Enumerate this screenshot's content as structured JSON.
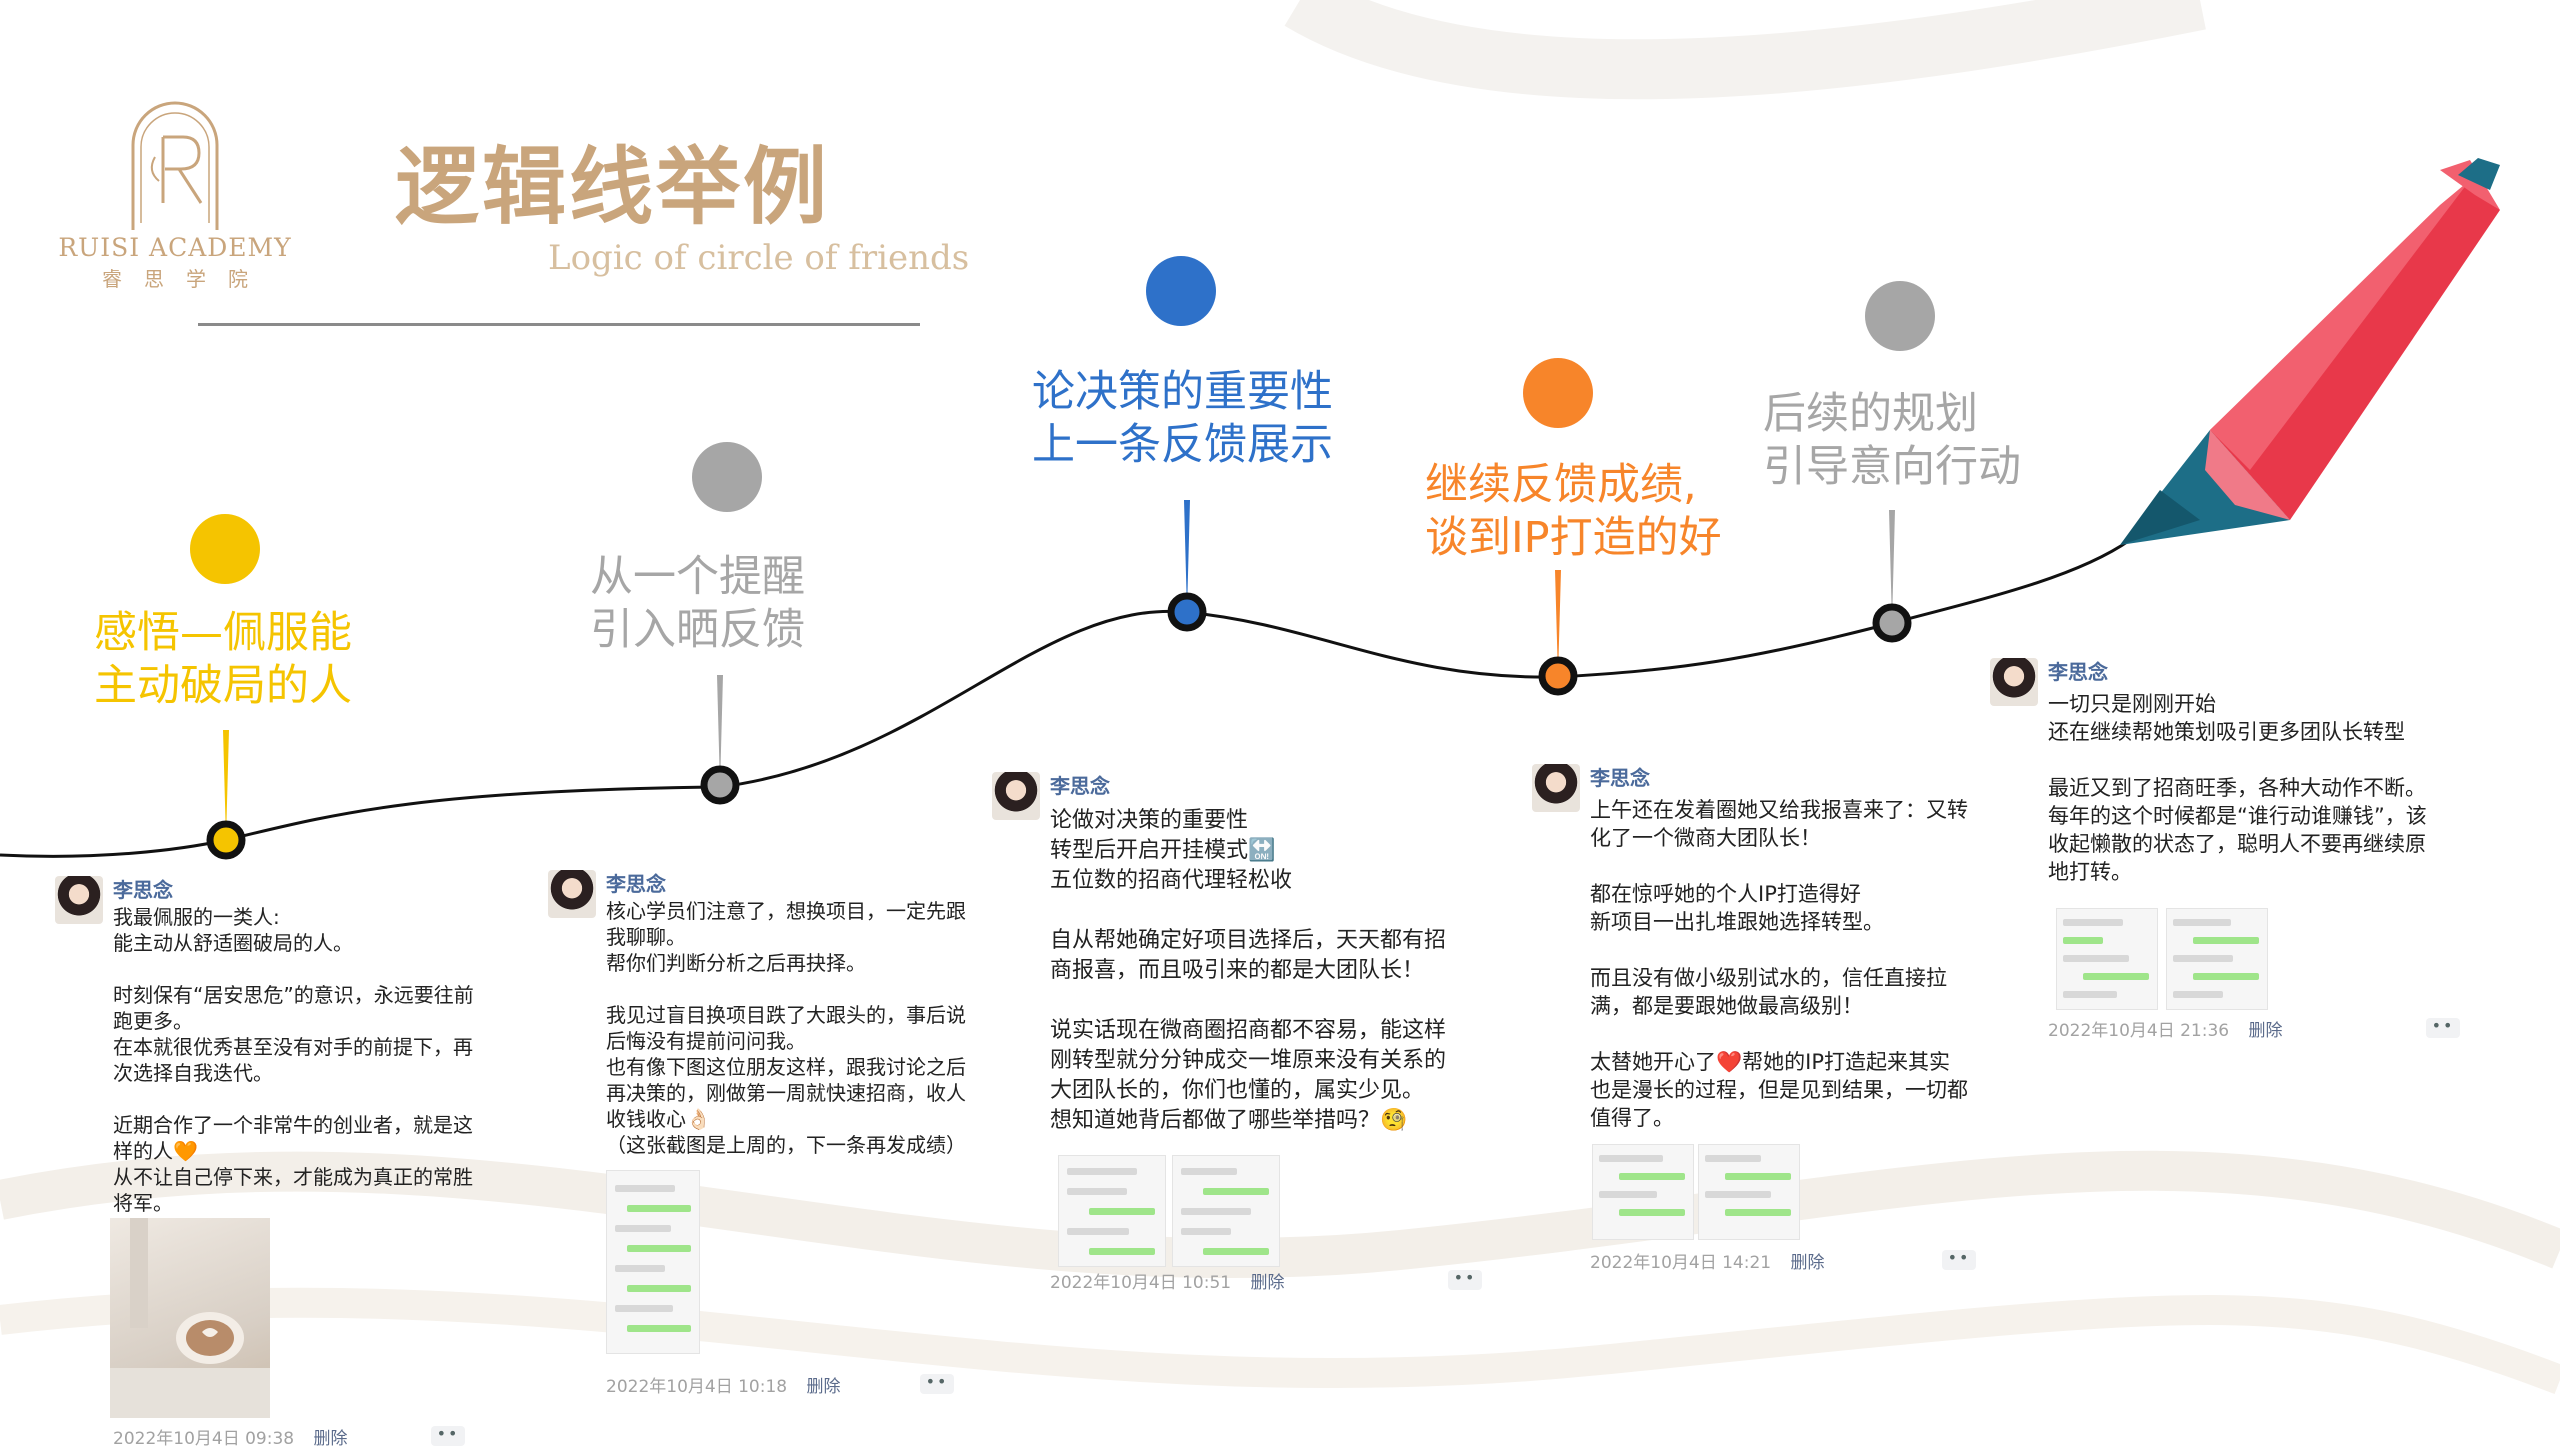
{
  "brand": {
    "name": "RUISI ACADEMY",
    "name_cn": "睿思学院"
  },
  "header": {
    "title": "逻辑线举例",
    "subtitle": "Logic of circle of friends"
  },
  "colors": {
    "gold": "#c9a57c",
    "yellow": "#f5c400",
    "gray": "#a6a6a6",
    "blue": "#2e71c9",
    "orange": "#f7852a",
    "pencil_red": "#e8384a",
    "pencil_teal": "#1d6e87"
  },
  "stages": [
    {
      "line1": "感悟—佩服能",
      "line2": "主动破局的人",
      "color": "#f5c400"
    },
    {
      "line1": "从一个提醒",
      "line2": "引入晒反馈",
      "color": "#a6a6a6"
    },
    {
      "line1": "论决策的重要性",
      "line2": "上一条反馈展示",
      "color": "#2e71c9"
    },
    {
      "line1": "继续反馈成绩,",
      "line2": "谈到IP打造的好",
      "color": "#f7852a"
    },
    {
      "line1": "后续的规划",
      "line2": "引导意向行动",
      "color": "#a6a6a6"
    }
  ],
  "posts": [
    {
      "author": "李思念",
      "lines": [
        "我最佩服的一类人:",
        "能主动从舒适圈破局的人。",
        "",
        "时刻保有“居安思危”的意识，永远要往前",
        "跑更多。",
        "在本就很优秀甚至没有对手的前提下，再",
        "次选择自我迭代。",
        "",
        "近期合作了一个非常牛的创业者，就是这",
        "样的人🧡",
        "从不让自己停下来，才能成为真正的常胜",
        "将军。"
      ],
      "time": "2022年10月4日 09:38",
      "delete": "删除"
    },
    {
      "author": "李思念",
      "lines": [
        "核心学员们注意了，想换项目，一定先跟",
        "我聊聊。",
        "帮你们判断分析之后再抉择。",
        "",
        "我见过盲目换项目跌了大跟头的，事后说",
        "后悔没有提前问问我。",
        "也有像下图这位朋友这样，跟我讨论之后",
        "再决策的，刚做第一周就快速招商，收人",
        "收钱收心👌🏻",
        "（这张截图是上周的，下一条再发成绩）"
      ],
      "time": "2022年10月4日 10:18",
      "delete": "删除"
    },
    {
      "author": "李思念",
      "lines": [
        "论做对决策的重要性",
        "转型后开启开挂模式🔛",
        "五位数的招商代理轻松收",
        "",
        "自从帮她确定好项目选择后，天天都有招",
        "商报喜，而且吸引来的都是大团队长！",
        "",
        "说实话现在微商圈招商都不容易，能这样",
        "刚转型就分分钟成交一堆原来没有关系的",
        "大团队长的，你们也懂的，属实少见。",
        "想知道她背后都做了哪些举措吗？🧐"
      ],
      "time": "2022年10月4日 10:51",
      "delete": "删除"
    },
    {
      "author": "李思念",
      "lines": [
        "上午还在发着圈她又给我报喜来了：又转",
        "化了一个微商大团队长！",
        "",
        "都在惊呼她的个人IP打造得好",
        "新项目一出扎堆跟她选择转型。",
        "",
        "而且没有做小级别试水的，信任直接拉",
        "满，都是要跟她做最高级别！",
        "",
        "太替她开心了❤️帮她的IP打造起来其实",
        "也是漫长的过程，但是见到结果，一切都",
        "值得了。"
      ],
      "time": "2022年10月4日 14:21",
      "delete": "删除"
    },
    {
      "author": "李思念",
      "lines": [
        "一切只是刚刚开始",
        "还在继续帮她策划吸引更多团队长转型",
        "",
        "最近又到了招商旺季，各种大动作不断。",
        "每年的这个时候都是“谁行动谁赚钱”，该",
        "收起懒散的状态了，聪明人不要再继续原",
        "地打转。"
      ],
      "time": "2022年10月4日 21:36",
      "delete": "删除"
    }
  ]
}
